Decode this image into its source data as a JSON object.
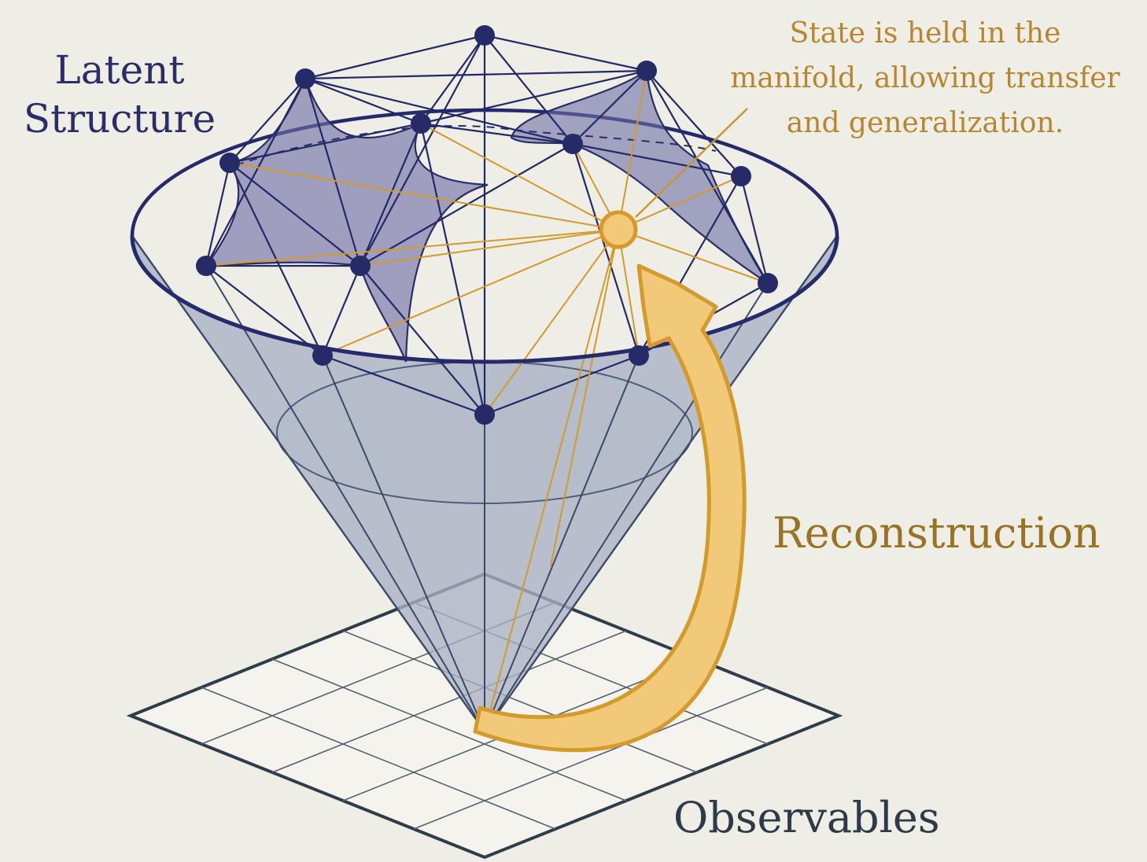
{
  "labels": {
    "latent_structure": [
      "Latent",
      "Structure"
    ],
    "annotation": [
      "State is held in the",
      "manifold, allowing transfer",
      "and generalization."
    ],
    "reconstruction": "Reconstruction",
    "observables": "Observables"
  },
  "colors": {
    "background": "#eeede6",
    "navy": "#2a2d66",
    "node": "#262a66",
    "cone_fill": "#a9b1c3",
    "manifold_fill": "#6e6ea6",
    "gold": "#e3a93a",
    "gold_light": "#f2c979",
    "gold_text": "#b8862e",
    "grid": "#2f3d4a"
  },
  "icons": {
    "latent_node": "filled-circle",
    "state_node": "ring-circle",
    "reconstruction_arrow": "curved-arrow-up"
  }
}
